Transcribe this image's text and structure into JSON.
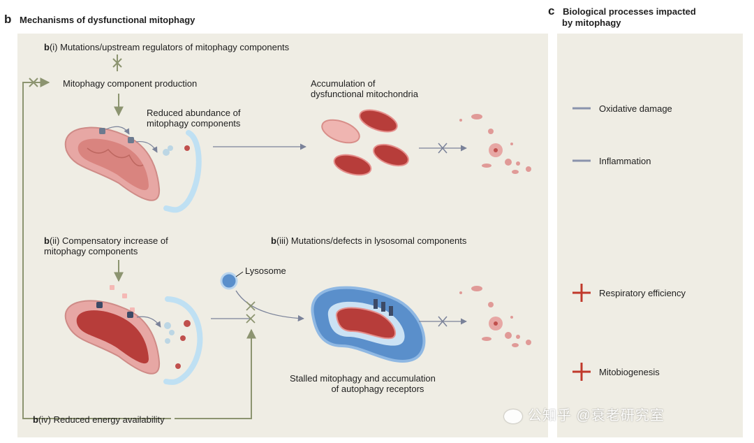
{
  "panel_b": {
    "letter": "b",
    "title": "Mechanisms of dysfunctional mitophagy",
    "bi_letter": "b",
    "bi_text": "(i) Mutations/upstream regulators of mitophagy components",
    "component_production": "Mitophagy component production",
    "reduced_abundance_l1": "Reduced abundance of",
    "reduced_abundance_l2": "mitophagy components",
    "accumulation_l1": "Accumulation of",
    "accumulation_l2": "dysfunctional mitochondria",
    "bii_letter": "b",
    "bii_l1": "(ii) Compensatory increase of",
    "bii_l2": "mitophagy components",
    "biii_letter": "b",
    "biii_text": "(iii) Mutations/defects in lysosomal components",
    "lysosome": "Lysosome",
    "stalled_l1": "Stalled mitophagy and accumulation",
    "stalled_l2": "of autophagy receptors",
    "biv_letter": "b",
    "biv_text": "(iv) Reduced energy availability"
  },
  "panel_c": {
    "letter": "c",
    "title_l1": "Biological processes impacted",
    "title_l2": "by mitophagy",
    "items": [
      {
        "label": "Oxidative damage",
        "sign": "minus"
      },
      {
        "label": "Inflammation",
        "sign": "minus"
      },
      {
        "label": "Respiratory efficiency",
        "sign": "plus"
      },
      {
        "label": "Mitobiogenesis",
        "sign": "plus"
      }
    ]
  },
  "watermark": "公知乎 @衰老研究室",
  "colors": {
    "panel_bg": "#efede4",
    "arrow": "#8c9470",
    "minus": "#8a93ac",
    "plus": "#c0392b"
  }
}
